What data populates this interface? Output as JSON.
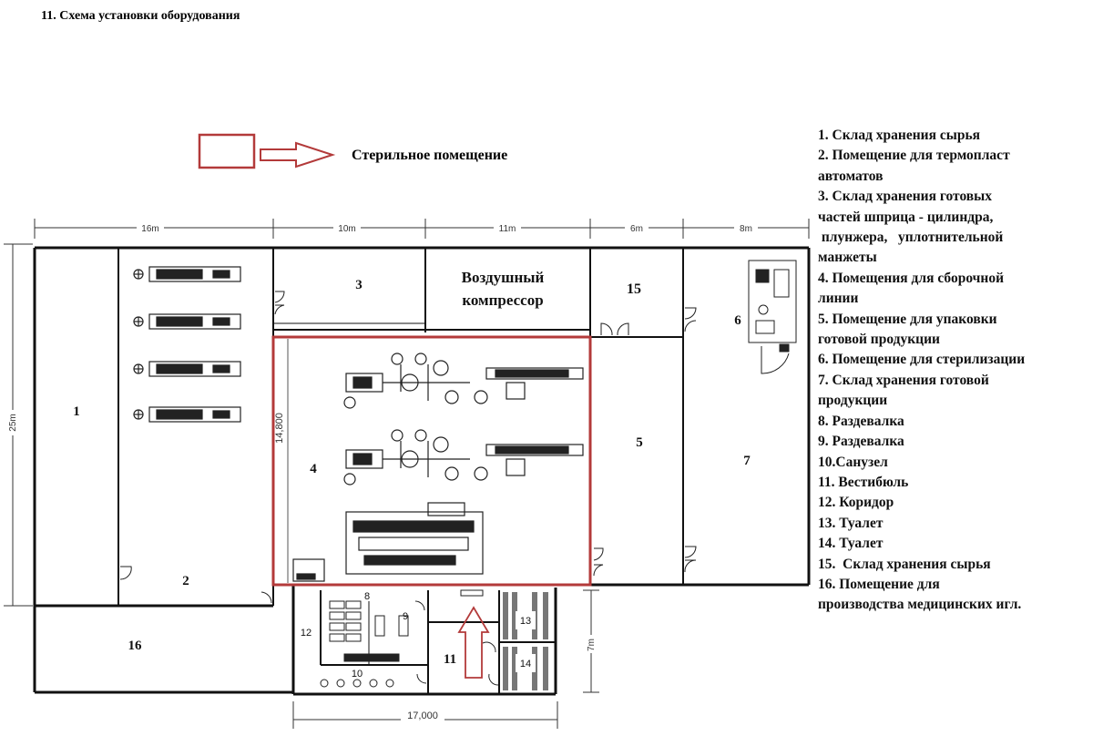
{
  "title": "11. Схема установки оборудования",
  "sterile_label": "Стерильное помещение",
  "dimensions": {
    "top": [
      "16m",
      "10m",
      "11m",
      "6m",
      "8m"
    ],
    "left": "25m",
    "bottom": "17,000",
    "right": "7m",
    "inner": "14,800"
  },
  "rooms": {
    "r1": "1",
    "r2": "2",
    "r3": "3",
    "r4": "4",
    "r5": "5",
    "r6": "6",
    "r7": "7",
    "r8": "8",
    "r9": "9",
    "r10": "10",
    "r11": "11",
    "r12": "12",
    "r13": "13",
    "r14": "14",
    "r15": "15",
    "r16": "16",
    "compressor_line1": "Воздушный",
    "compressor_line2": "компрессор"
  },
  "legend": [
    "1. Склад хранения сырья",
    "2. Помещение для термопласт",
    "автоматов",
    "3. Склад хранения готовых",
    "частей шприца - цилиндра,",
    " плунжера,   уплотнительной",
    "манжеты",
    "4. Помещения для сборочной",
    "линии",
    "5. Помещение для упаковки",
    "готовой продукции",
    "6. Помещение для стерилизации",
    "7. Склад хранения готовой",
    "продукции",
    "8. Раздевалка",
    "9. Раздевалка",
    "10.Санузел",
    "11. Вестибюль",
    "12. Коридор",
    "13. Туалет",
    "14. Туалет",
    "15.  Склад хранения сырья",
    "16. Помещение для",
    "производства медицинских игл."
  ],
  "colors": {
    "sterile": "#b33a3a",
    "wall": "#111111"
  },
  "icons": [
    "sterile-legend-box-icon",
    "arrow-right-icon",
    "entrance-arrow-icon"
  ]
}
